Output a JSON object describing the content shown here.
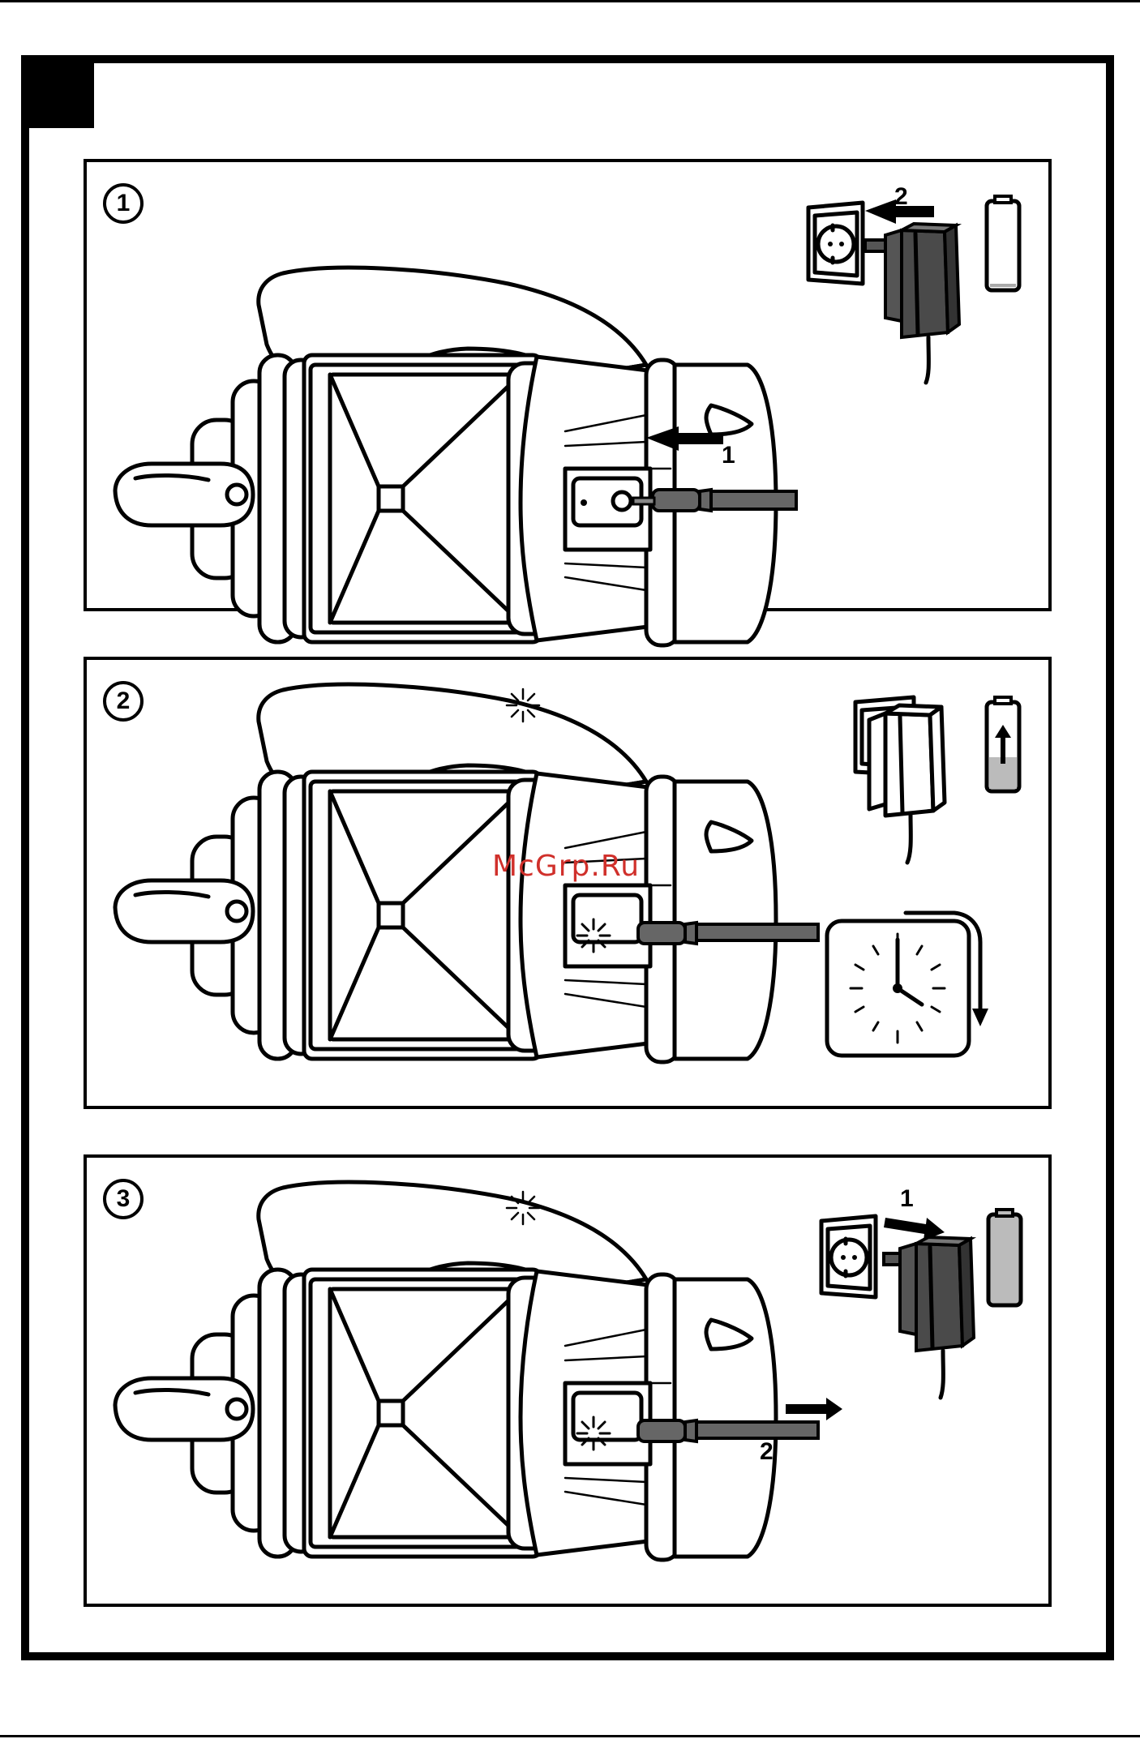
{
  "figure": {
    "watermark": "McGrp.Ru",
    "panels": [
      {
        "step": "1",
        "callouts": [
          "1",
          "2"
        ],
        "icons": [
          "lamp-icon",
          "dc-plug-icon",
          "wall-socket-icon",
          "power-adapter-icon",
          "battery-empty-icon"
        ]
      },
      {
        "step": "2",
        "callouts": [],
        "icons": [
          "lamp-icon",
          "charging-led-icon",
          "dc-plug-icon",
          "wall-socket-icon",
          "power-adapter-icon",
          "battery-charging-icon",
          "clock-icon"
        ]
      },
      {
        "step": "3",
        "callouts": [
          "1",
          "2"
        ],
        "icons": [
          "lamp-icon",
          "charging-led-icon",
          "dc-plug-icon",
          "wall-socket-icon",
          "power-adapter-icon",
          "battery-full-icon"
        ]
      }
    ]
  }
}
